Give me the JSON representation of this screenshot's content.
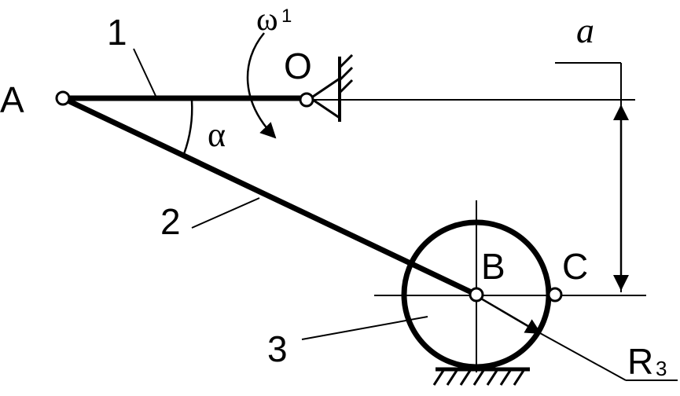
{
  "labels": {
    "point_a": "A",
    "point_o": "O",
    "point_b": "B",
    "point_c": "C",
    "link_1": "1",
    "link_2": "2",
    "link_3": "3",
    "omega_symbol": "ω",
    "omega_subscript": "1",
    "alpha": "α",
    "dim_a": "a",
    "radius_symbol": "R",
    "radius_subscript": "3"
  },
  "colors": {
    "ink": "#000000",
    "background": "#ffffff"
  }
}
